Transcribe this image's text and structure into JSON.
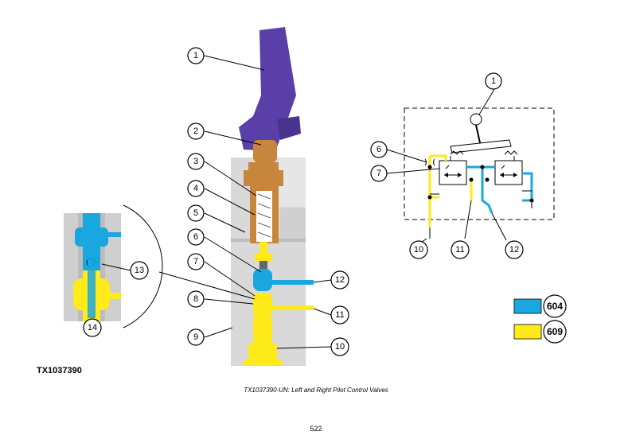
{
  "figure_id": "TX1037390",
  "caption": "TX1037390-UN: Left and Right Pilot Control Valves",
  "page_number": "522",
  "callouts": {
    "c1": "1",
    "c2": "2",
    "c3": "3",
    "c4": "4",
    "c5": "5",
    "c6": "6",
    "c7": "7",
    "c8": "8",
    "c9": "9",
    "c10": "10",
    "c11": "11",
    "c12": "12",
    "c13": "13",
    "c14": "14",
    "s1": "1",
    "s6": "6",
    "s7": "7",
    "s10": "10",
    "s11": "11",
    "s12": "12"
  },
  "legend": [
    {
      "label": "604",
      "color": "#1aa7e0"
    },
    {
      "label": "609",
      "color": "#ffea1a"
    }
  ],
  "colors": {
    "handle": "#5a3fa8",
    "plunger": "#c8863c",
    "body": "#d9d9d9",
    "pressure": "#ffea1a",
    "return": "#1aa7e0",
    "detail_bg": "#cfcfcf"
  }
}
